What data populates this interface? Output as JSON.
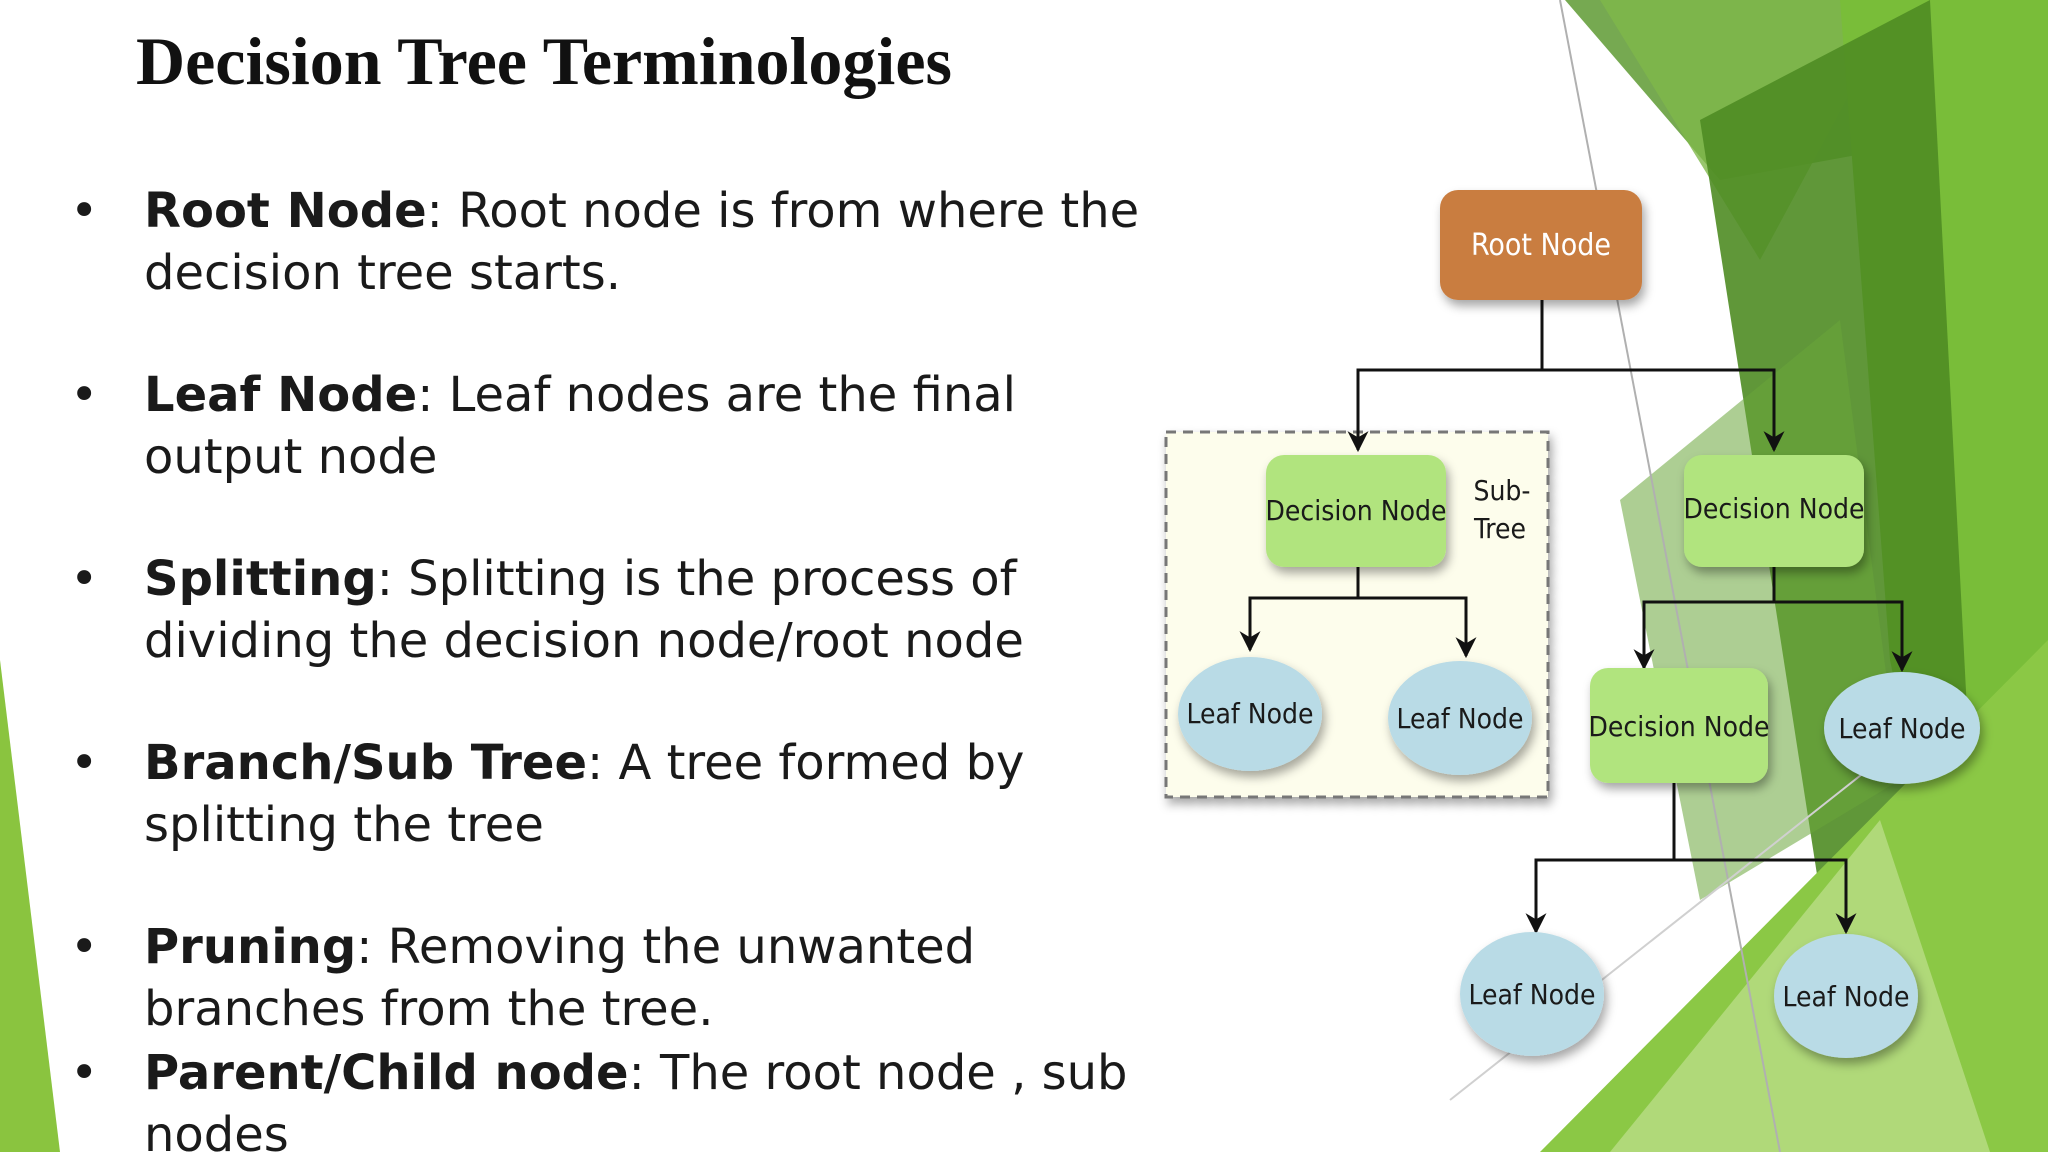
{
  "slide": {
    "title": "Decision Tree Terminologies",
    "colors": {
      "accent_green": "#8ac43f",
      "dark_green": "#4e8a22",
      "root_fill": "#c97d3f",
      "decision_fill": "#b1e47e",
      "leaf_fill": "#b9dbe6",
      "subtree_fill": "#fdfdec"
    },
    "bullets": [
      {
        "term": "Root Node",
        "text": " Root node is from where the decision tree starts."
      },
      {
        "term": "Leaf Node",
        "text": " Leaf nodes are the final output node"
      },
      {
        "term": "Splitting",
        "text": " Splitting is the process of dividing the decision node/root node"
      },
      {
        "term": "Branch/Sub Tree",
        "text": " A tree formed by splitting the tree"
      },
      {
        "term": "Pruning",
        "text": " Removing the unwanted branches from the tree."
      },
      {
        "term": "Parent/Child node",
        "text": " The root node , sub nodes"
      }
    ],
    "bullet_symbol": "•",
    "term_separator": ":"
  },
  "diagram": {
    "root_label": "Root Node",
    "decision_left_label": "Decision Node",
    "decision_right_label": "Decision Node",
    "decision_lower_label": "Decision Node",
    "leaf_1_label": "Leaf Node",
    "leaf_2_label": "Leaf Node",
    "leaf_3_label": "Leaf Node",
    "leaf_4_label": "Leaf Node",
    "leaf_5_label": "Leaf Node",
    "subtree_label_line1": "Sub-",
    "subtree_label_line2": "Tree"
  }
}
